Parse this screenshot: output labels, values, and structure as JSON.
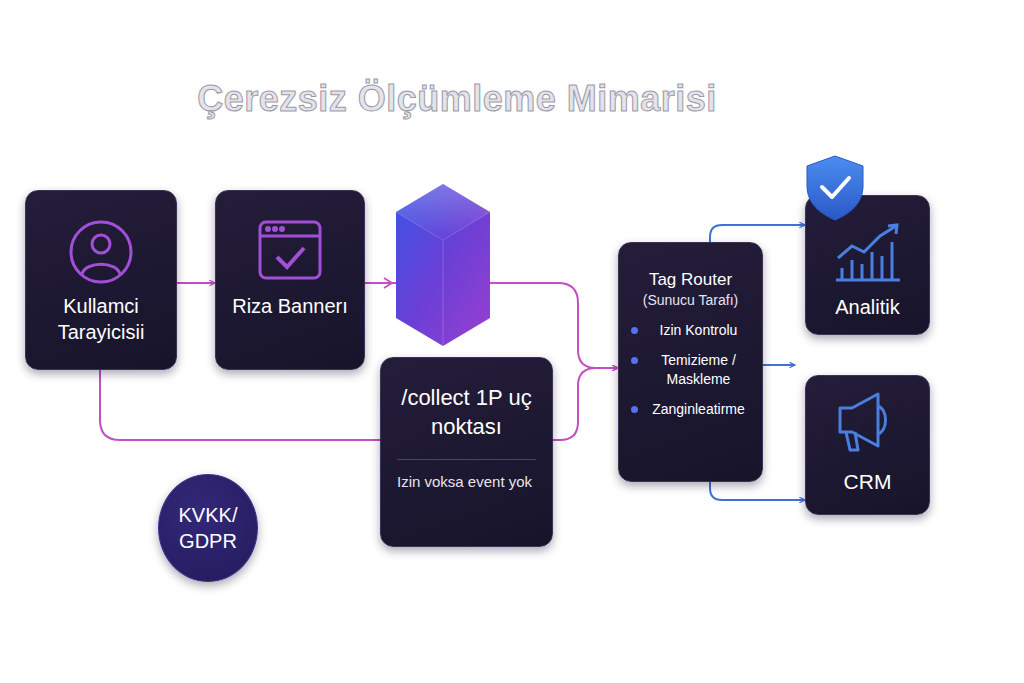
{
  "diagram": {
    "title": "Çerezsiz Ölçümleme Mimarisi",
    "nodes": [
      {
        "text": [
          "Kullamci Tarayicisii"
        ]
      },
      {
        "text": [
          "Riza Bannerı"
        ]
      },
      {
        "text": [
          "/collect 1P uç noktası",
          "Izin voksa event yok"
        ]
      },
      {
        "text": [
          "KVKK/ GDPR"
        ]
      },
      {
        "text": [
          "Tag Router",
          "(Sunucu Tarafı)",
          "Izin Kontrolu",
          "Temizieme / Maskleme",
          "Zanginleatirme"
        ]
      },
      {
        "text": [
          "Analitik"
        ]
      },
      {
        "text": [
          "CRM"
        ]
      }
    ],
    "edges": [
      {
        "from": 0,
        "to": 1,
        "arrow": "to"
      },
      {
        "from": 1,
        "to": 4,
        "arrow": "to"
      },
      {
        "from": 0,
        "to": 2,
        "arrow": "none"
      },
      {
        "from": 2,
        "to": 4,
        "arrow": "to"
      },
      {
        "from": 4,
        "to": 5,
        "arrow": "to"
      },
      {
        "from": 4,
        "to": 6,
        "arrow": "to"
      }
    ]
  }
}
